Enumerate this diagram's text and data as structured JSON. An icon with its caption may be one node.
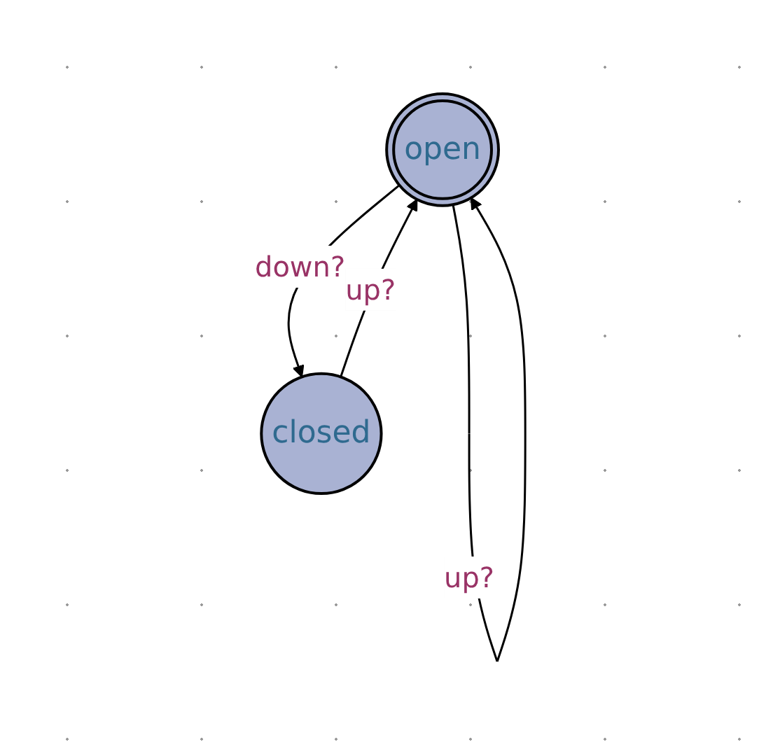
{
  "diagram": {
    "nodes": [
      {
        "text": [
          "open"
        ]
      },
      {
        "text": [
          "closed"
        ]
      }
    ],
    "edges": [
      {
        "from": 0,
        "to": 0,
        "arrow": "to",
        "label": "up?"
      },
      {
        "from": 0,
        "to": 1,
        "arrow": "to",
        "label": "down?"
      },
      {
        "from": 1,
        "to": 0,
        "arrow": "to",
        "label": "up?"
      }
    ]
  }
}
